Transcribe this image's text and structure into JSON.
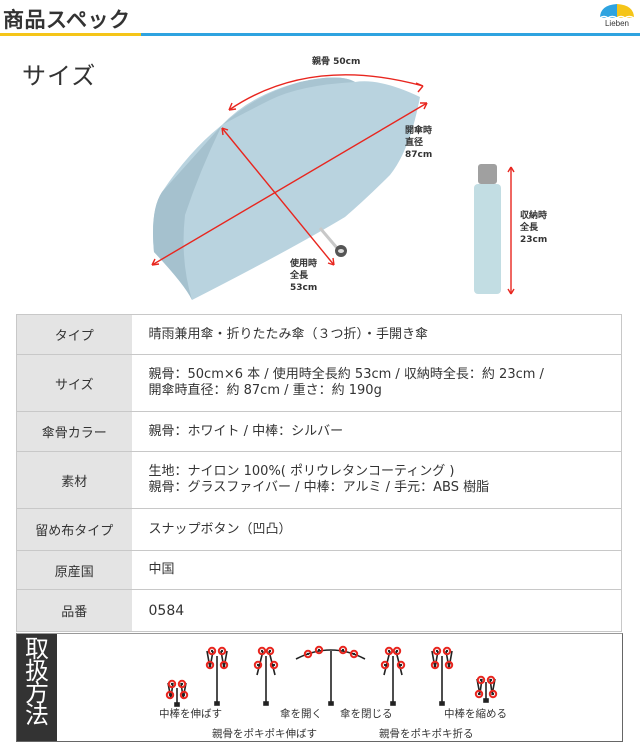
{
  "header": {
    "title": "商品スペック",
    "logo_text": "Lieben",
    "accent_yellow": "#f5c518",
    "accent_blue": "#2ea3e0"
  },
  "size_section": {
    "title": "サイズ",
    "umbrella_color": "#b9d3df",
    "arrow_color": "#e8261f",
    "labels": {
      "rib": "親骨 50cm",
      "open_diameter": [
        "開傘時",
        "直径",
        "87cm"
      ],
      "total_length": [
        "使用時",
        "全長",
        "53cm"
      ],
      "folded_length": [
        "収納時",
        "全長",
        "23cm"
      ]
    }
  },
  "spec_table": {
    "rows": [
      {
        "label": "タイプ",
        "lines": [
          "晴雨兼用傘・折りたたみ傘（３つ折）・手開き傘"
        ]
      },
      {
        "label": "サイズ",
        "lines": [
          "親骨：50cm×6 本 / 使用時全長約 53cm / 収納時全長：約 23cm /",
          "開傘時直径：約 87cm / 重さ：約 190g"
        ]
      },
      {
        "label": "傘骨カラー",
        "lines": [
          "親骨：ホワイト / 中棒：シルバー"
        ]
      },
      {
        "label": "素材",
        "lines": [
          "生地：ナイロン 100%( ポリウレタンコーティング )",
          "親骨：グラスファイバー / 中棒：アルミ / 手元：ABS 樹脂"
        ]
      },
      {
        "label": "留め布タイプ",
        "lines": [
          "スナップボタン（凹凸）"
        ]
      },
      {
        "label": "原産国",
        "lines": [
          "中国"
        ]
      },
      {
        "label": "品番",
        "lines": [
          "0584"
        ]
      }
    ]
  },
  "howto": {
    "title_chars": [
      "取",
      "扱",
      "方",
      "法"
    ],
    "steps": [
      "中棒を伸ばす",
      "親骨をポキポキ伸ばす",
      "傘を開く",
      "傘を閉じる",
      "親骨をポキポキ折る",
      "中棒を縮める"
    ]
  }
}
